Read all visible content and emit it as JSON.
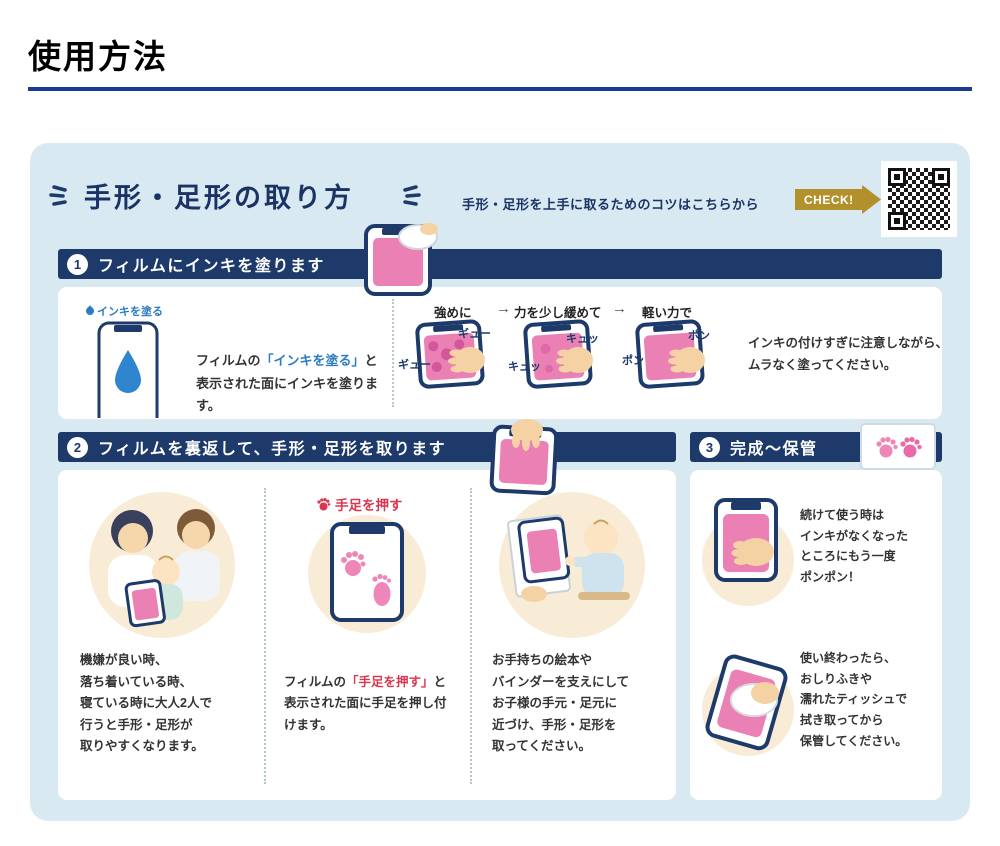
{
  "page": {
    "title": "使用方法"
  },
  "hero": {
    "heading": "手形・足形の取り方",
    "tip": "手形・足形を上手に取るためのコツはこちらから",
    "check_label": "CHECK!"
  },
  "step1": {
    "num": "1",
    "title": "フィルムにインキを塗ります",
    "apply_label": "インキを塗る",
    "desc_pre": "フィルムの",
    "desc_em": "「インキを塗る」",
    "desc_post": "と表示された面にインキを塗ります。",
    "arrow": "→",
    "steps": [
      {
        "label": "強めに",
        "sound_a": "ギュー",
        "sound_b": "ギュー"
      },
      {
        "label": "力を少し緩めて",
        "sound_a": "キュッ",
        "sound_b": "キュッ"
      },
      {
        "label": "軽い力で",
        "sound_a": "ポン",
        "sound_b": "ポン"
      }
    ],
    "note": "インキの付けすぎに注意しながら、\nムラなく塗ってください。"
  },
  "step2": {
    "num": "2",
    "title": "フィルムを裏返して、手形・足形を取ります",
    "col1_text": "機嫌が良い時、\n落ち着いている時、\n寝ている時に大人2人で\n行うと手形・足形が\n取りやすくなります。",
    "col2_label": "手足を押す",
    "col2_pre": "フィルムの",
    "col2_em": "「手足を押す」",
    "col2_post": "と表示された面に手足を押し付けます。",
    "col3_text": "お手持ちの絵本や\nバインダーを支えにして\nお子様の手元・足元に\n近づけ、手形・足形を\n取ってください。"
  },
  "step3": {
    "num": "3",
    "title": "完成〜保管",
    "item1_text": "続けて使う時は\nインキがなくなった\nところにもう一度\nポンポン！",
    "item2_text": "使い終わったら、\nおしりふきや\n濡れたティッシュで\n拭き取ってから\n保管してください。"
  },
  "colors": {
    "navy": "#1d3a6b",
    "panel_blue": "#d8e9f2",
    "pink": "#ea80b4",
    "mustard": "#b2912c",
    "red": "#d8374f",
    "blue_text": "#2b7cc5"
  }
}
